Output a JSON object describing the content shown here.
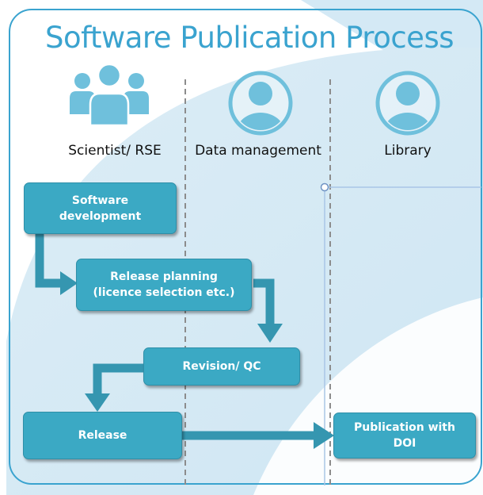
{
  "title": "Software Publication Process",
  "lanes": [
    {
      "label": "Scientist/ RSE",
      "icon": "group-person-icon"
    },
    {
      "label": "Data management",
      "icon": "person-circle-icon"
    },
    {
      "label": "Library",
      "icon": "person-circle-icon"
    }
  ],
  "steps": {
    "software_development": {
      "line1": "Software",
      "line2": "development"
    },
    "release_planning": {
      "line1": "Release planning",
      "line2": "(licence selection etc.)"
    },
    "revision_qc": {
      "line1": "Revision/ QC"
    },
    "release": {
      "line1": "Release"
    },
    "publication": {
      "line1": "Publication with",
      "line2": "DOI"
    }
  },
  "colors": {
    "title": "#3aa3cf",
    "box_fill": "#3ba9c4",
    "arrow": "#3596b0",
    "icon_light": "#6fc0dc",
    "background_band": "#d7ecf6"
  }
}
